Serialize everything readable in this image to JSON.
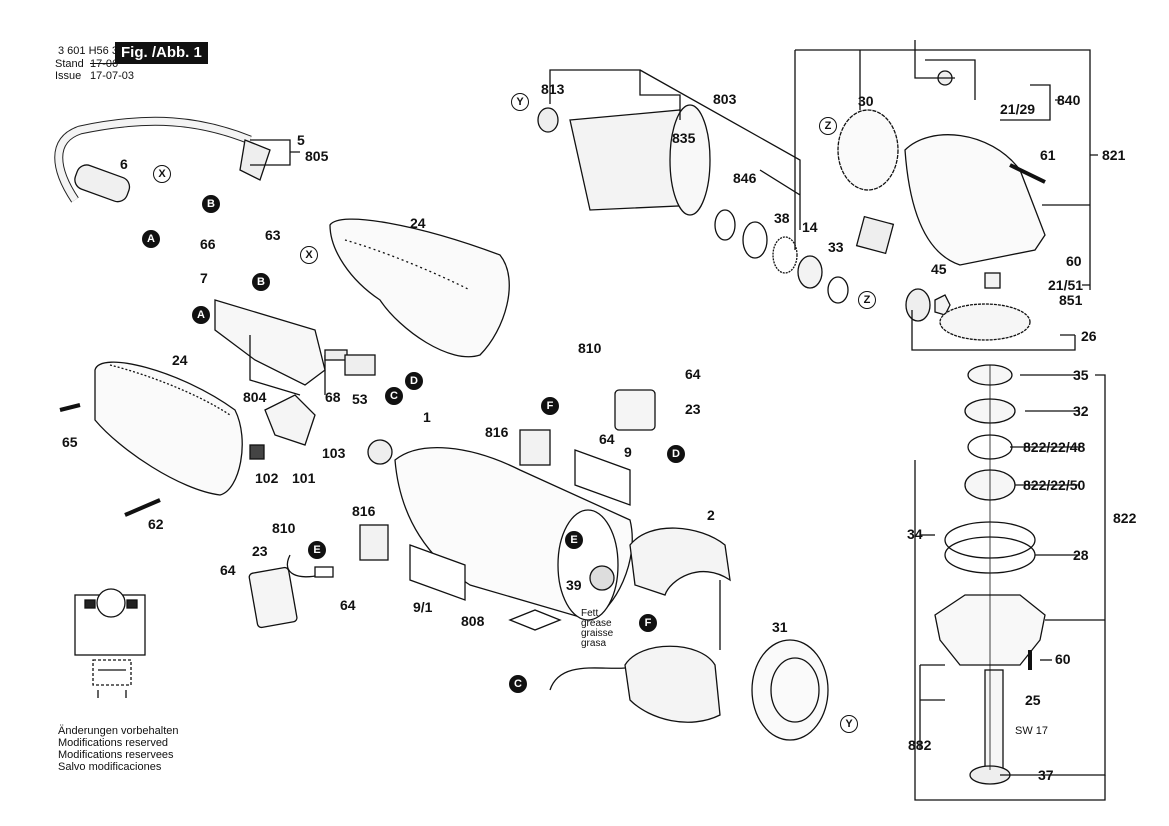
{
  "header": {
    "part_number": "3 601 H56 302",
    "stand_label": "Stand",
    "issue_label": "Issue",
    "old_date": "17-06",
    "issue_date": "17-07-03",
    "figure_label": "Fig. /Abb. 1"
  },
  "footer_note": [
    "Änderungen vorbehalten",
    "Modifications reserved",
    "Modifications reservees",
    "Salvo modificaciones"
  ],
  "grease_note": [
    "Fett",
    "grease",
    "graisse",
    "grasa"
  ],
  "wrench_size": "SW 17",
  "callouts": {
    "5": "5",
    "805": "805",
    "6": "6",
    "24a": "24",
    "66": "66",
    "63": "63",
    "7": "7",
    "804": "804",
    "68": "68",
    "53": "53",
    "24b": "24",
    "65": "65",
    "102": "102",
    "101": "101",
    "62": "62",
    "103": "103",
    "1": "1",
    "810a": "810",
    "816a": "816",
    "64a": "64",
    "23a": "23",
    "64b": "64",
    "9": "9",
    "810b": "810",
    "816b": "816",
    "23b": "23",
    "64c": "64",
    "64d": "64",
    "9_1": "9/1",
    "808": "808",
    "39": "39",
    "2": "2",
    "31": "31",
    "813": "813",
    "803": "803",
    "835": "835",
    "846": "846",
    "38": "38",
    "14": "14",
    "33": "33",
    "30": "30",
    "840": "840",
    "21_29": "21/29",
    "61": "61",
    "821": "821",
    "60a": "60",
    "45": "45",
    "21_51": "21/51",
    "851": "851",
    "26": "26",
    "35": "35",
    "32": "32",
    "822_22_48": "822/22/48",
    "822_22_50": "822/22/50",
    "822": "822",
    "34": "34",
    "28": "28",
    "60b": "60",
    "25": "25",
    "882": "882",
    "37": "37"
  },
  "connectors": {
    "A": "A",
    "B": "B",
    "C": "C",
    "D": "D",
    "E": "E",
    "F": "F",
    "X": "X",
    "Y": "Y",
    "Z": "Z"
  }
}
